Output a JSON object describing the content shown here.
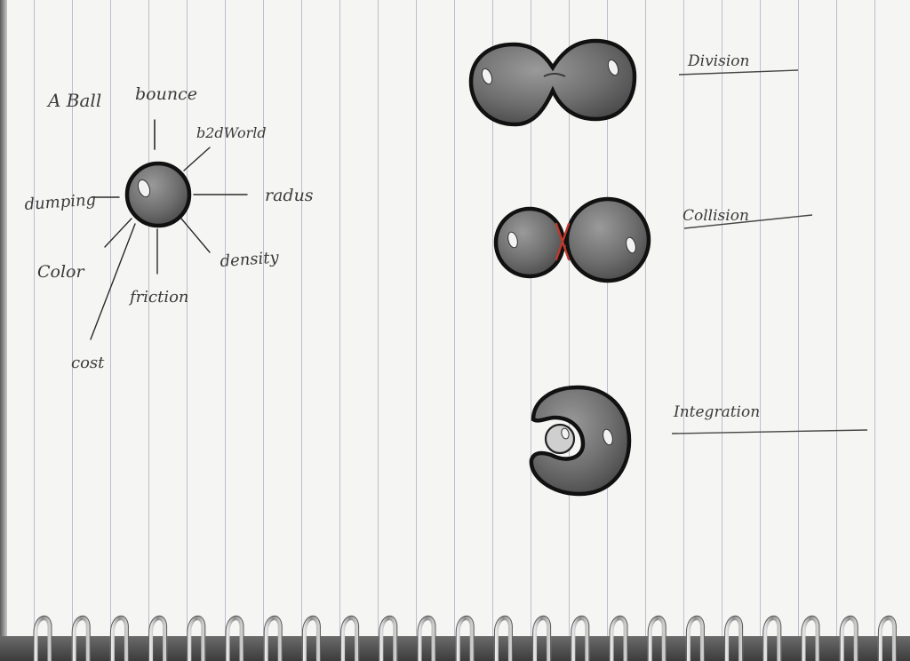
{
  "concept": {
    "title": "A Ball",
    "properties": {
      "bounce": "bounce",
      "b2d_world": "b2dWorld",
      "radius": "radus",
      "density": "density",
      "friction": "friction",
      "cost": "cost",
      "color": "Color",
      "damping": "dumping"
    }
  },
  "actions": [
    {
      "label": "Division"
    },
    {
      "label": "Collision"
    },
    {
      "label": "Integration"
    }
  ],
  "colors": {
    "ink": "#2a2a2a",
    "ball_fill": "#6e6e6e",
    "paper_line": "#b9bfcc",
    "collision_mark": "#c0392b",
    "binding": "#3c3c3c"
  }
}
